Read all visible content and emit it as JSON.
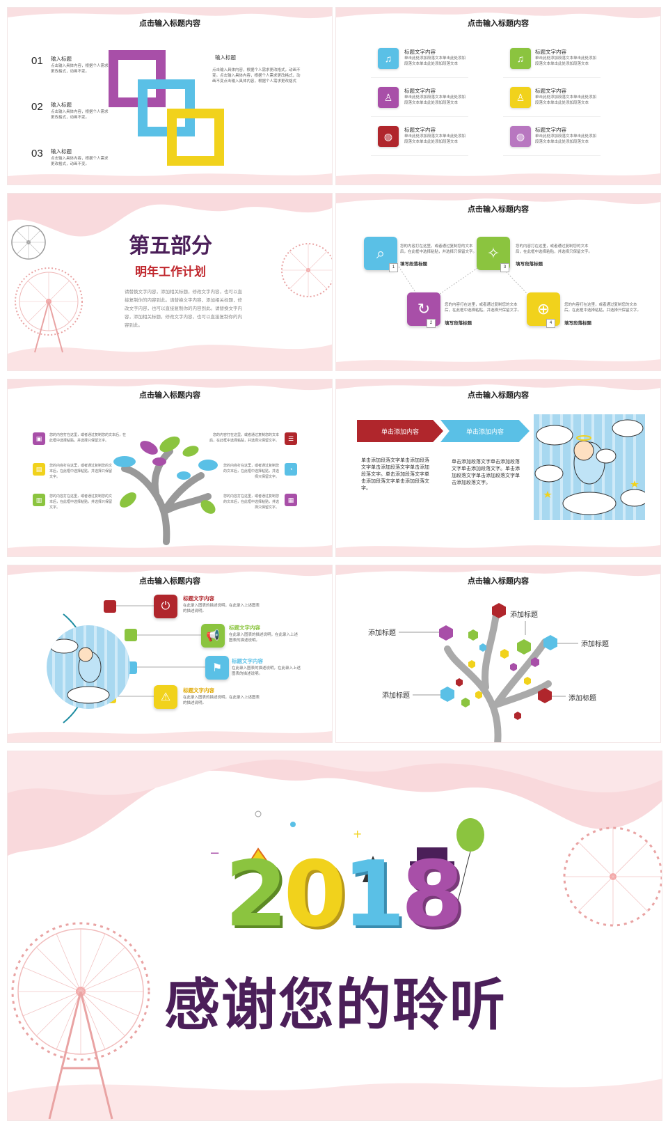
{
  "colors": {
    "purple": "#a84fa8",
    "blue": "#5ac0e6",
    "yellow": "#f1d21c",
    "green": "#8bc43f",
    "red": "#b0262c",
    "pink": "#f7d6d8",
    "dark_purple": "#4b1f59",
    "title_red": "#c0272d"
  },
  "slide1": {
    "title": "点击输入标题内容",
    "items": [
      {
        "num": "01",
        "label": "输入标题",
        "desc": "点击输入具体内容，根据个人需求更改格式，动画不变。"
      },
      {
        "num": "02",
        "label": "输入标题",
        "desc": "点击输入具体内容，根据个人需求更改格式，动画不变。"
      },
      {
        "num": "03",
        "label": "输入标题",
        "desc": "点击输入具体内容，根据个人需求更改格式，动画不变。"
      }
    ],
    "right_label": "输入标题",
    "right_desc": "点击输入具体内容，根据个人需求更改格式，动画不变。点击输入具体内容，根据个人需求更改格式，动画不变点击输入具体内容，根据个人需求更改格式"
  },
  "slide2": {
    "title": "点击输入标题内容",
    "items": [
      {
        "icon": "music-icon",
        "label": "标题文字内容",
        "desc": "单击此处添加段落文本单击此处添加段落文本单击此处添加段落文本"
      },
      {
        "icon": "music-icon",
        "label": "标题文字内容",
        "desc": "单击此处添加段落文本单击此处添加段落文本单击此处添加段落文本"
      },
      {
        "icon": "person-icon",
        "label": "标题文字内容",
        "desc": "单击此处添加段落文本单击此处添加段落文本单击此处添加段落文本"
      },
      {
        "icon": "person-icon",
        "label": "标题文字内容",
        "desc": "单击此处添加段落文本单击此处添加段落文本单击此处添加段落文本"
      },
      {
        "icon": "globe-icon",
        "label": "标题文字内容",
        "desc": "单击此处添加段落文本单击此处添加段落文本单击此处添加段落文本"
      },
      {
        "icon": "globe-icon",
        "label": "标题文字内容",
        "desc": "单击此处添加段落文本单击此处添加段落文本单击此处添加段落文本"
      }
    ]
  },
  "slide3": {
    "heading": "第五部分",
    "subheading": "明年工作计划",
    "body": "请替换文字内容，添加相关标题，修改文字内容，也可以直接复制你的内容到此。请替换文字内容，添加相关标题，修改文字内容，也可以直接复制你的内容到此。请替换文字内容，添加相关标题，修改文字内容，也可以直接复制你的内容到此。"
  },
  "slide4": {
    "title": "点击输入标题内容",
    "items": [
      {
        "num": "1",
        "label": "填写段落标题",
        "desc": "您的内容打在这里，或者通过复制您的文本后，在此框中选择粘贴，并选择只保留文字。"
      },
      {
        "num": "2",
        "label": "填写段落标题",
        "desc": "您的内容打在这里，或者通过复制您的文本后，在此框中选择粘贴，并选择只保留文字。"
      },
      {
        "num": "3",
        "label": "填写段落标题",
        "desc": "您的内容打在这里，或者通过复制您的文本后，在此框中选择粘贴，并选择只保留文字。"
      },
      {
        "num": "4",
        "label": "填写段落标题",
        "desc": "您的内容打在这里，或者通过复制您的文本后，在此框中选择粘贴，并选择只保留文字。"
      }
    ]
  },
  "slide5": {
    "title": "点击输入标题内容",
    "desc": "您的内容打在这里，或者通过复制您的文本后，在此框中选择粘贴，并选择只保留文字。"
  },
  "slide6": {
    "title": "点击输入标题内容",
    "tab1": "单击添加内容",
    "tab2": "单击添加内容",
    "text1": "单击添加段落文字单击添加段落文字单击添加段落文字单击添加段落文字。单击添加段落文字单击添加段落文字单击添加段落文字。",
    "text2": "单击添加段落文字单击添加段落文字单击添加段落文字。单击添加段落文字单击添加段落文字单击添加段落文字。"
  },
  "slide7": {
    "title": "点击输入标题内容",
    "items": [
      {
        "label": "标题文字内容",
        "desc": "在此录入图表的描述说明，在此录入上述图表的描述说明。"
      },
      {
        "label": "标题文字内容",
        "desc": "在此录入图表的描述说明，在此录入上述图表的描述说明。"
      },
      {
        "label": "标题文字内容",
        "desc": "在此录入图表的描述说明，在此录入上述图表的描述说明。"
      },
      {
        "label": "标题文字内容",
        "desc": "在此录入图表的描述说明，在此录入上述图表的描述说明。"
      }
    ]
  },
  "slide8": {
    "title": "点击输入标题内容",
    "labels": [
      "添加标题",
      "添加标题",
      "添加标题",
      "添加标题",
      "添加标题"
    ]
  },
  "final": {
    "year": "2018",
    "thanks": "感谢您的聆听"
  }
}
